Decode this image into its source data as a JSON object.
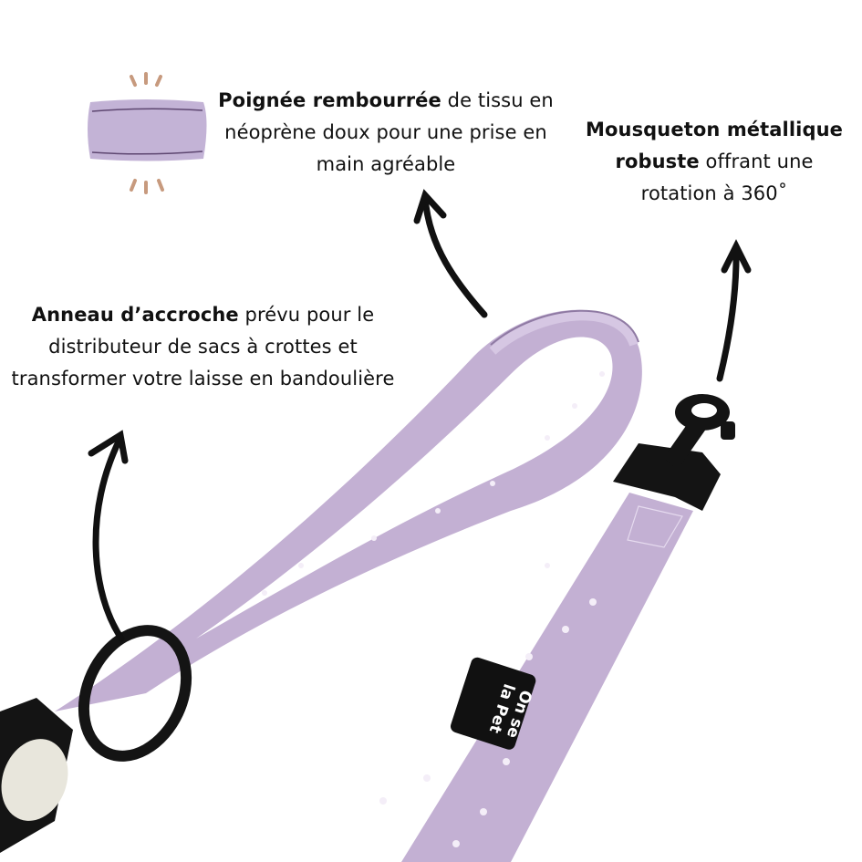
{
  "colors": {
    "background": "#ffffff",
    "text": "#111111",
    "leash_lavender": "#c3b0d3",
    "leash_lavender_dark": "#a994bd",
    "hardware_black": "#141414",
    "accent_ticks": "#c79a7e",
    "dots": "#f4eef8"
  },
  "callouts": {
    "handle": {
      "bold": "Poignée rembourrée",
      "rest": " de tissu en néoprène doux pour une prise en main agréable"
    },
    "carabiner": {
      "bold": "Mousqueton métallique robuste",
      "rest": " offrant une rotation à 360˚"
    },
    "ring": {
      "bold": "Anneau d’accroche",
      "rest": " prévu  pour le distributeur de sacs à crottes et transformer votre laisse en bandoulière"
    }
  },
  "label_tag": {
    "line1": "On se",
    "line2": "la Pet"
  },
  "icons": [
    "padded-handle-swatch-icon",
    "arrow-handle-icon",
    "arrow-carabiner-icon",
    "arrow-ring-icon"
  ]
}
